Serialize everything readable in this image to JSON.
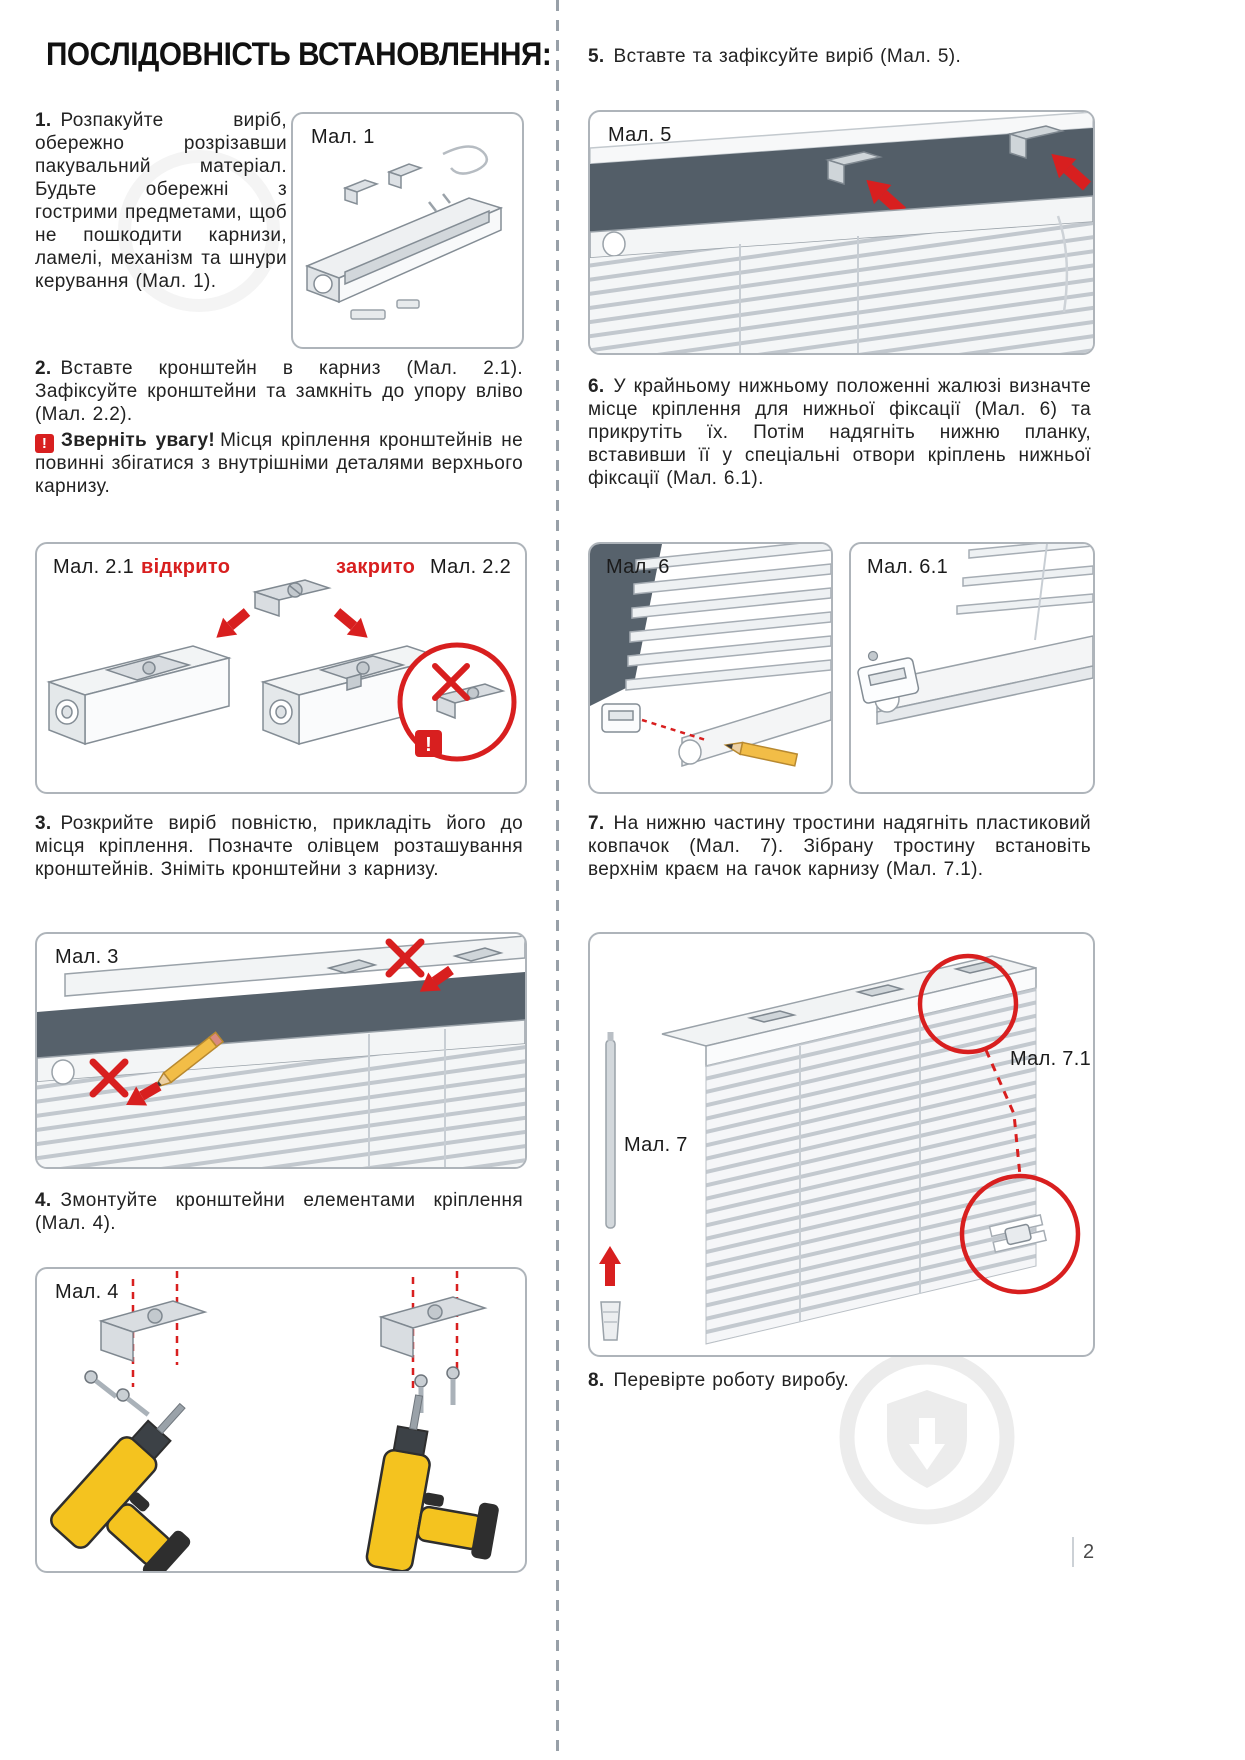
{
  "page_number": "2",
  "left": {
    "title": "ПОСЛІДОВНІСТЬ ВСТАНОВЛЕННЯ:",
    "step1": {
      "num": "1.",
      "text": "Розпакуйте виріб, обережно розрізавши пакувальний матеріал. Будьте обережні з гострими предметами, щоб не пошкодити карнизи, ламелі, механізм та шнури керування (Мал. 1)."
    },
    "fig1": {
      "label": "Мал. 1"
    },
    "step2": {
      "num": "2.",
      "text": "Вставте кронштейн в карниз (Мал. 2.1). Зафіксуйте кронштейни та замкніть до упору вліво (Мал. 2.2)."
    },
    "warning": {
      "icon": "!",
      "bold": "Зверніть увагу!",
      "text": "Місця кріплення кронштейнів не повинні збігатися з внутрішніми деталями верхнього карнизу."
    },
    "fig2": {
      "label_left": "Мал. 2.1",
      "open": "відкрито",
      "closed": "закрито",
      "label_right": "Мал. 2.2"
    },
    "step3": {
      "num": "3.",
      "text": "Розкрийте виріб повністю, прикладіть його до місця кріплення. Позначте олівцем розташування кронштейнів. Зніміть кронштейни з карнизу."
    },
    "fig3": {
      "label": "Мал. 3"
    },
    "step4": {
      "num": "4.",
      "text": "Змонтуйте кронштейни елементами кріплення (Мал. 4)."
    },
    "fig4": {
      "label": "Мал. 4"
    }
  },
  "right": {
    "step5": {
      "num": "5.",
      "text": "Вставте та зафіксуйте виріб (Мал. 5)."
    },
    "fig5": {
      "label": "Мал. 5"
    },
    "step6": {
      "num": "6.",
      "text": "У крайньому нижньому положенні жалюзі визначте місце кріплення для нижньої фіксації (Мал. 6) та прикрутіть їх. Потім надягніть нижню планку, вставивши її у спеціальні отвори кріплень нижньої фіксації (Мал. 6.1)."
    },
    "fig6": {
      "label": "Мал. 6"
    },
    "fig61": {
      "label": "Мал. 6.1"
    },
    "step7": {
      "num": "7.",
      "text": "На нижню частину тростини надягніть пластиковий ковпачок (Мал. 7). Зібрану тростину встановіть верхнім краєм на гачок карнизу (Мал. 7.1)."
    },
    "fig7": {
      "label": "Мал. 7",
      "label71": "Мал. 7.1"
    },
    "step8": {
      "num": "8.",
      "text": "Перевірте роботу виробу."
    }
  }
}
